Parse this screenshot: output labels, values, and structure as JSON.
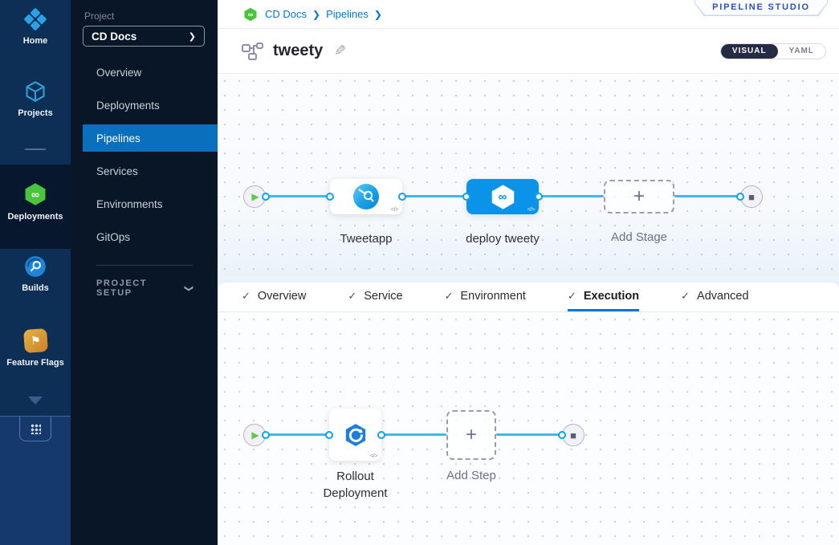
{
  "icons": {
    "check": "✓",
    "plus": "+",
    "play": "▶",
    "stop": "■",
    "chevron": "❯",
    "separator": "›",
    "edit": "✎",
    "infinity": "∞",
    "flag": "⚑",
    "code": "</>"
  },
  "left_rail": {
    "items": [
      {
        "label": "Home"
      },
      {
        "label": "Projects"
      },
      {
        "label": "Deployments"
      },
      {
        "label": "Builds"
      },
      {
        "label": "Feature Flags"
      }
    ]
  },
  "project_nav": {
    "project_label": "Project",
    "project_name": "CD Docs",
    "items": [
      {
        "label": "Overview"
      },
      {
        "label": "Deployments"
      },
      {
        "label": "Pipelines"
      },
      {
        "label": "Services"
      },
      {
        "label": "Environments"
      },
      {
        "label": "GitOps"
      }
    ],
    "selected_item": "Pipelines",
    "project_setup_label": "PROJECT SETUP"
  },
  "header": {
    "breadcrumb": {
      "crumb1": "CD Docs",
      "crumb2": "Pipelines"
    },
    "studio_badge": "PIPELINE STUDIO",
    "pipeline_name": "tweety",
    "toggle": {
      "visual": "VISUAL",
      "yaml": "YAML",
      "selected": "VISUAL"
    }
  },
  "stage_canvas": {
    "build_stage_label": "Tweetapp",
    "deploy_stage_label": "deploy tweety",
    "add_stage_label": "Add Stage"
  },
  "tabs": {
    "items": [
      {
        "label": "Overview"
      },
      {
        "label": "Service"
      },
      {
        "label": "Environment"
      },
      {
        "label": "Execution"
      },
      {
        "label": "Advanced"
      }
    ],
    "active": "Execution"
  },
  "execution_canvas": {
    "rollout_step_label": "Rollout Deployment",
    "add_step_label": "Add Step"
  },
  "colors": {
    "primary_blue": "#0278d5",
    "selected_node_blue": "#0a93e8",
    "connector_blue": "#3eb9f0",
    "selected_nav_blue": "#0a70bd",
    "rail_bg": "#0d2f56",
    "sidebar_bg": "#081627",
    "deploy_green": "#49c43b",
    "badge_text_blue": "#2b50c4"
  }
}
